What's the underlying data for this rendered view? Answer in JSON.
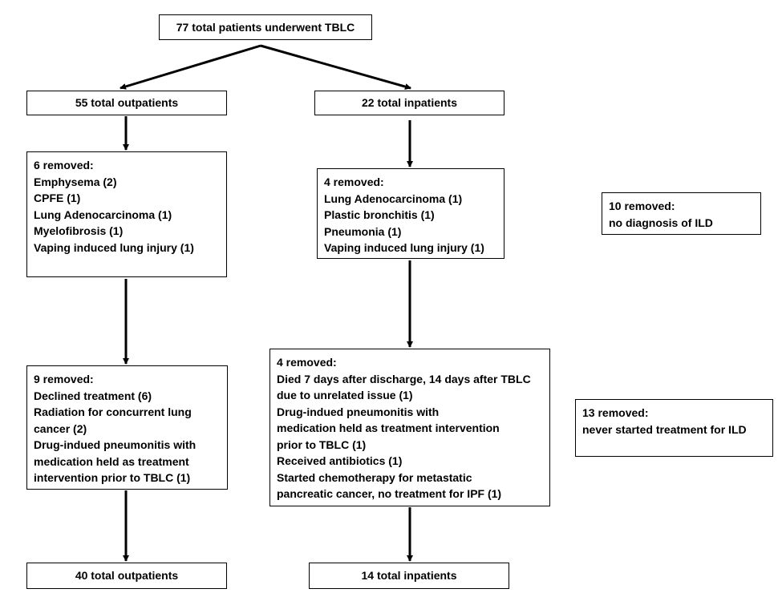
{
  "top": {
    "label": "77 total patients underwent TBLC"
  },
  "outpatient": {
    "header": "55 total outpatients",
    "removal_1": {
      "title": "6 removed:",
      "items": [
        "Emphysema (2)",
        "CPFE (1)",
        "Lung Adenocarcinoma (1)",
        "Myelofibrosis (1)",
        "Vaping induced lung injury (1)"
      ]
    },
    "removal_2": {
      "title": "9 removed:",
      "lines": [
        "Declined treatment (6)",
        "Radiation for concurrent lung",
        "cancer (2)",
        "Drug-indued pneumonitis with",
        "medication held as treatment",
        "intervention prior to TBLC (1)"
      ]
    },
    "final": "40 total outpatients"
  },
  "inpatient": {
    "header": "22 total inpatients",
    "removal_1": {
      "title": "4 removed:",
      "items": [
        "Lung Adenocarcinoma (1)",
        "Plastic bronchitis (1)",
        "Pneumonia (1)",
        "Vaping induced lung injury (1)"
      ]
    },
    "removal_2": {
      "title": "4 removed:",
      "lines": [
        "Died 7 days after discharge, 14 days after TBLC",
        "due to unrelated issue (1)",
        "Drug-indued pneumonitis with",
        "medication held as treatment intervention",
        "prior to TBLC (1)",
        "Received antibiotics (1)",
        "Started chemotherapy for metastatic",
        "pancreatic cancer, no treatment for IPF (1)"
      ]
    },
    "final": "14 total inpatients"
  },
  "side_notes": {
    "no_diagnosis": {
      "title": "10 removed:",
      "text": "no diagnosis of ILD"
    },
    "never_started": {
      "title": "13 removed:",
      "text": "never started treatment for ILD"
    }
  }
}
